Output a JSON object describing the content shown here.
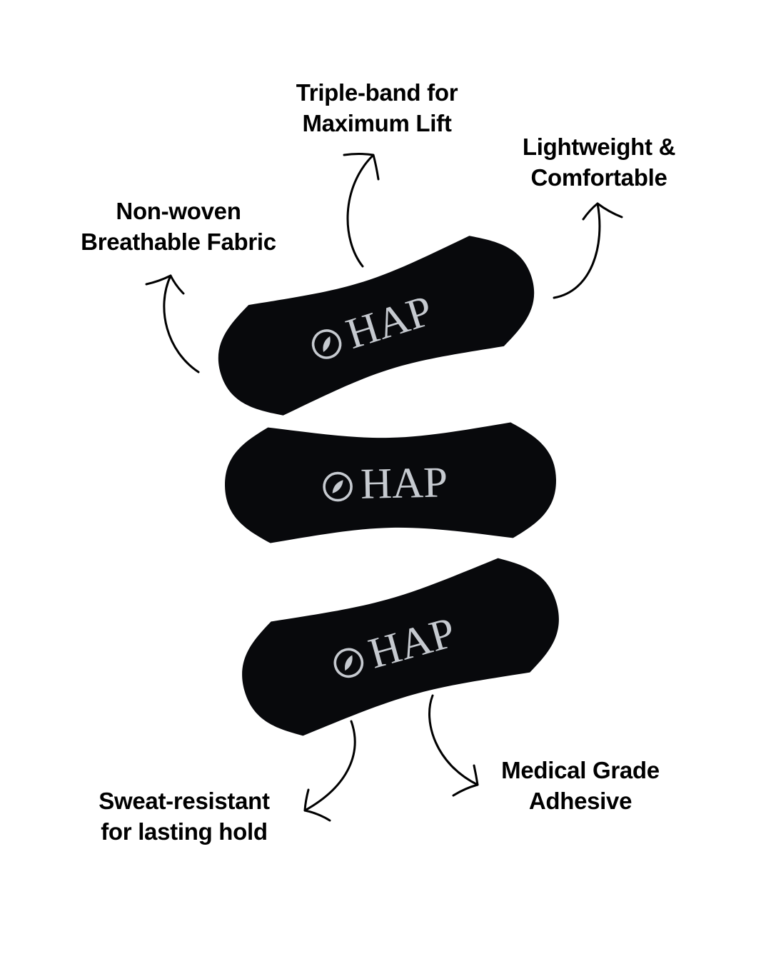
{
  "page": {
    "background": "#ffffff"
  },
  "colors": {
    "label_text": "#000000",
    "arrow": "#000000",
    "patch": "#08090c",
    "logo": "#c6cad0"
  },
  "product": {
    "logo_icon": "leaf-in-circle-icon",
    "patches": [
      {
        "wordmark": "HAP"
      },
      {
        "wordmark": "HAP"
      },
      {
        "wordmark": "HAP"
      }
    ]
  },
  "features": [
    {
      "key": "triple-band",
      "lines": [
        "Triple-band for",
        "Maximum Lift"
      ],
      "arrow_icon": "curved-arrow-up-icon"
    },
    {
      "key": "lightweight",
      "lines": [
        "Lightweight &",
        "Comfortable"
      ],
      "arrow_icon": "curved-arrow-up-right-icon"
    },
    {
      "key": "non-woven",
      "lines": [
        "Non-woven",
        "Breathable Fabric"
      ],
      "arrow_icon": "curved-arrow-up-left-icon"
    },
    {
      "key": "sweat-resistant",
      "lines": [
        "Sweat-resistant",
        "for lasting hold"
      ],
      "arrow_icon": "curved-arrow-down-left-icon"
    },
    {
      "key": "medical-grade",
      "lines": [
        "Medical Grade",
        "Adhesive"
      ],
      "arrow_icon": "curved-arrow-down-right-icon"
    }
  ]
}
